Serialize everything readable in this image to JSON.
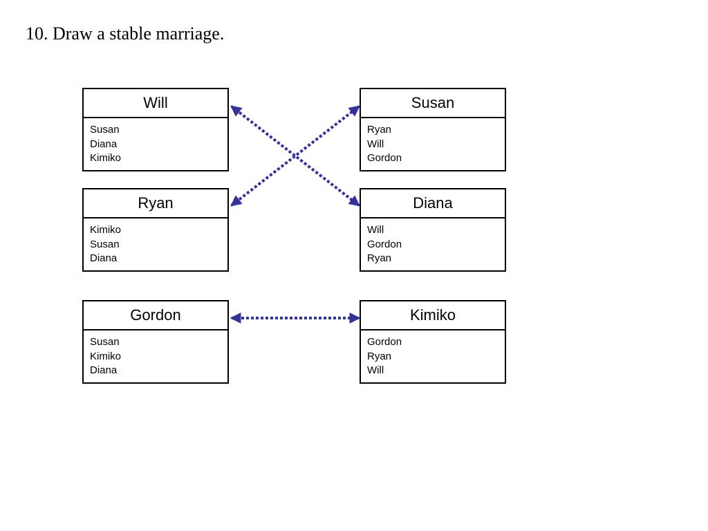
{
  "title": "10. Draw a stable marriage.",
  "colors": {
    "arrow": "#333399",
    "border": "#000000"
  },
  "men": [
    {
      "name": "Will",
      "prefs": [
        "Susan",
        "Diana",
        "Kimiko"
      ]
    },
    {
      "name": "Ryan",
      "prefs": [
        "Kimiko",
        "Susan",
        "Diana"
      ]
    },
    {
      "name": "Gordon",
      "prefs": [
        "Susan",
        "Kimiko",
        "Diana"
      ]
    }
  ],
  "women": [
    {
      "name": "Susan",
      "prefs": [
        "Ryan",
        "Will",
        "Gordon"
      ]
    },
    {
      "name": "Diana",
      "prefs": [
        "Will",
        "Gordon",
        "Ryan"
      ]
    },
    {
      "name": "Kimiko",
      "prefs": [
        "Gordon",
        "Ryan",
        "Will"
      ]
    }
  ],
  "matches": [
    {
      "man": "Will",
      "woman": "Diana"
    },
    {
      "man": "Ryan",
      "woman": "Susan"
    },
    {
      "man": "Gordon",
      "woman": "Kimiko"
    }
  ]
}
